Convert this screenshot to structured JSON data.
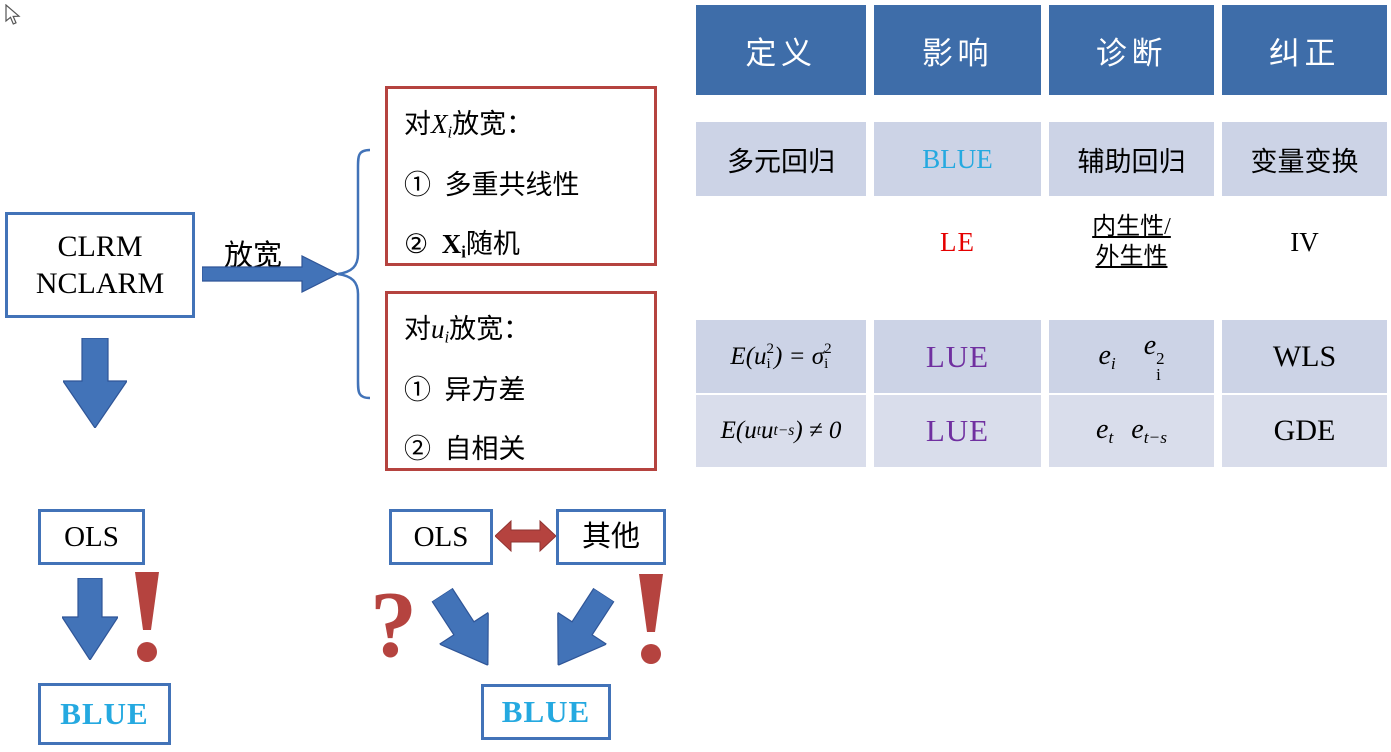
{
  "colors": {
    "accent_blue": "#4273b8",
    "accent_red": "#b5433f",
    "cyan_text": "#25a9e0",
    "red_text": "#e50000",
    "purple_text": "#7030a0",
    "table_header_bg": "#3e6da9",
    "table_band_bg": "#ccd3e6",
    "table_band_alt_bg": "#d9ddeb"
  },
  "flowchart": {
    "clrm_box": {
      "line1": "CLRM",
      "line2": "NCLARM"
    },
    "relax_label": "放宽",
    "x_box": {
      "title_pre": "对",
      "title_var": "X",
      "title_sub": "i",
      "title_post": "放宽：",
      "item1": "①  多重共线性",
      "item2_pre": "②  ",
      "item2_var": "X",
      "item2_sub": "i",
      "item2_post": "随机"
    },
    "u_box": {
      "title_pre": "对",
      "title_var": "u",
      "title_sub": "i",
      "title_post": "放宽：",
      "item1": "①  异方差",
      "item2": "②  自相关"
    },
    "ols_left": "OLS",
    "blue_left": "BLUE",
    "ols_mid": "OLS",
    "other_label": "其他",
    "blue_mid": "BLUE",
    "question_mark": "?",
    "exclamation_mark": "!"
  },
  "table": {
    "headers": [
      "定义",
      "影响",
      "诊断",
      "纠正"
    ],
    "row1": {
      "definition": "多元回归",
      "effect": "BLUE",
      "diagnosis": "辅助回归",
      "fix": "变量变换"
    },
    "row2": {
      "definition": "",
      "effect": "LE",
      "diag_line1": "内生性/",
      "diag_line2": "外生性",
      "fix": "IV"
    },
    "row3": {
      "def_p1": "E(u",
      "def_sup1": "2",
      "def_sub1": "i",
      "def_p2": ") = σ",
      "def_sup2": "2",
      "def_sub2": "i",
      "effect": "LUE",
      "diag_e1": "e",
      "diag_e1_sub": "i",
      "diag_e2": "e",
      "diag_e2_sup": "2",
      "diag_e2_sub": "i",
      "fix": "WLS"
    },
    "row4": {
      "def_p1": "E(u",
      "def_sub1": "t",
      "def_p2": "u",
      "def_sub2": "t−s",
      "def_p3": ") ≠ 0",
      "effect": "LUE",
      "diag_e1": "e",
      "diag_e1_sub": "t",
      "diag_e2": "e",
      "diag_e2_sub": "t−s",
      "fix": "GDE"
    }
  }
}
